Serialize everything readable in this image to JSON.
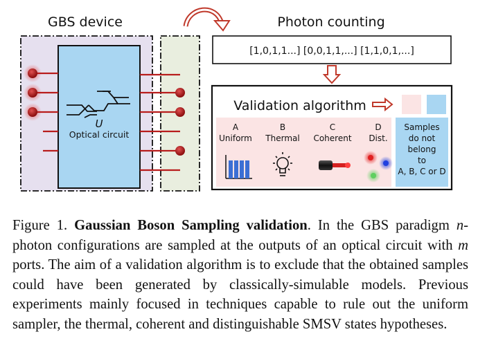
{
  "figure": {
    "gbs_device_label": "GBS device",
    "photon_counting_label": "Photon counting",
    "photon_sequences": "[1,0,1,1...] [0,0,1,1,...] [1,1,0,1,...]",
    "optical_circuit_label": "Optical circuit",
    "unitary_symbol": "U",
    "validation_title": "Validation algorithm",
    "hypotheses": [
      {
        "letter": "A",
        "name": "Uniform",
        "icon": "bar-chart-icon"
      },
      {
        "letter": "B",
        "name": "Thermal",
        "icon": "light-bulb-icon"
      },
      {
        "letter": "C",
        "name": "Coherent",
        "icon": "laser-icon"
      },
      {
        "letter": "D",
        "name": "Dist.",
        "icon": "colored-dots-icon"
      }
    ],
    "samples_text": [
      "Samples",
      "do not",
      "belong",
      "to",
      "A, B, C or D"
    ],
    "colors": {
      "red_port": "#b81c1c",
      "hypothesis_bg": "#fbe4e4",
      "samples_bg": "#a9d6f2",
      "bar_blue": "#3b6fd4",
      "left_panel": "#e6e0ef",
      "right_panel": "#e9eedf",
      "arrow_red": "#c0392b"
    }
  },
  "caption": {
    "label": "Figure 1.",
    "title": "Gaussian Boson Sampling validation",
    "t1": ". In the GBS paradigm ",
    "n": "n",
    "t2": "-photon configurations are sampled at the outputs of an optical circuit with ",
    "m": "m",
    "t3": " ports. The aim of a validation algorithm is to exclude that the obtained samples could have been generated by classically-simulable models. Previous experiments mainly focused in techniques capable to rule out the uniform sampler, the thermal, coherent and distinguishable SMSV states hypotheses."
  }
}
